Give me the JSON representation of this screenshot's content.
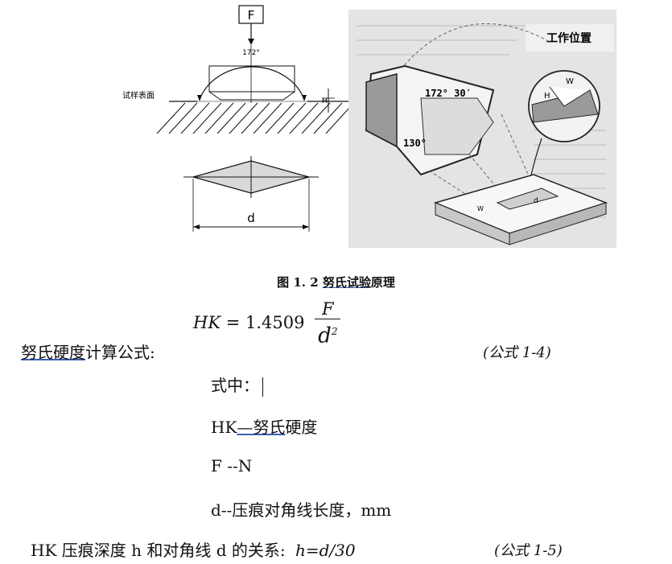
{
  "figure_left": {
    "force_label": "F",
    "angle_label": "172°",
    "surface_label": "试样表面",
    "depth_label": "H",
    "diagonal_label": "d"
  },
  "figure_right": {
    "title": "工作位置",
    "angle_long": "172° 30′",
    "angle_short": "130°",
    "w_label": "W",
    "h_label": "H",
    "d_label": "d",
    "w_label_bottom": "W"
  },
  "caption": {
    "prefix": "图 1. 2 ",
    "underlined": "努氏试验",
    "suffix": "原理"
  },
  "formula": {
    "lhs": "HK",
    "eq": "= 1.4509",
    "numerator": "F",
    "denominator": "d",
    "exponent": "2"
  },
  "line1": {
    "underlined": "努氏硬度",
    "rest": "计算公式:",
    "eqno": "(公式  1-4)"
  },
  "where": {
    "label": "式中："
  },
  "def_hk": {
    "prefix": "HK",
    "underlined": "—努氏",
    "suffix": "硬度"
  },
  "def_f": {
    "text": "F  --N"
  },
  "def_d": {
    "text": "d--压痕对角线长度，mm"
  },
  "line_last": {
    "text": "HK 压痕深度 h 和对角线 d 的关系:",
    "formula": "h=d/30",
    "eqno": "(公式  1-5)"
  }
}
